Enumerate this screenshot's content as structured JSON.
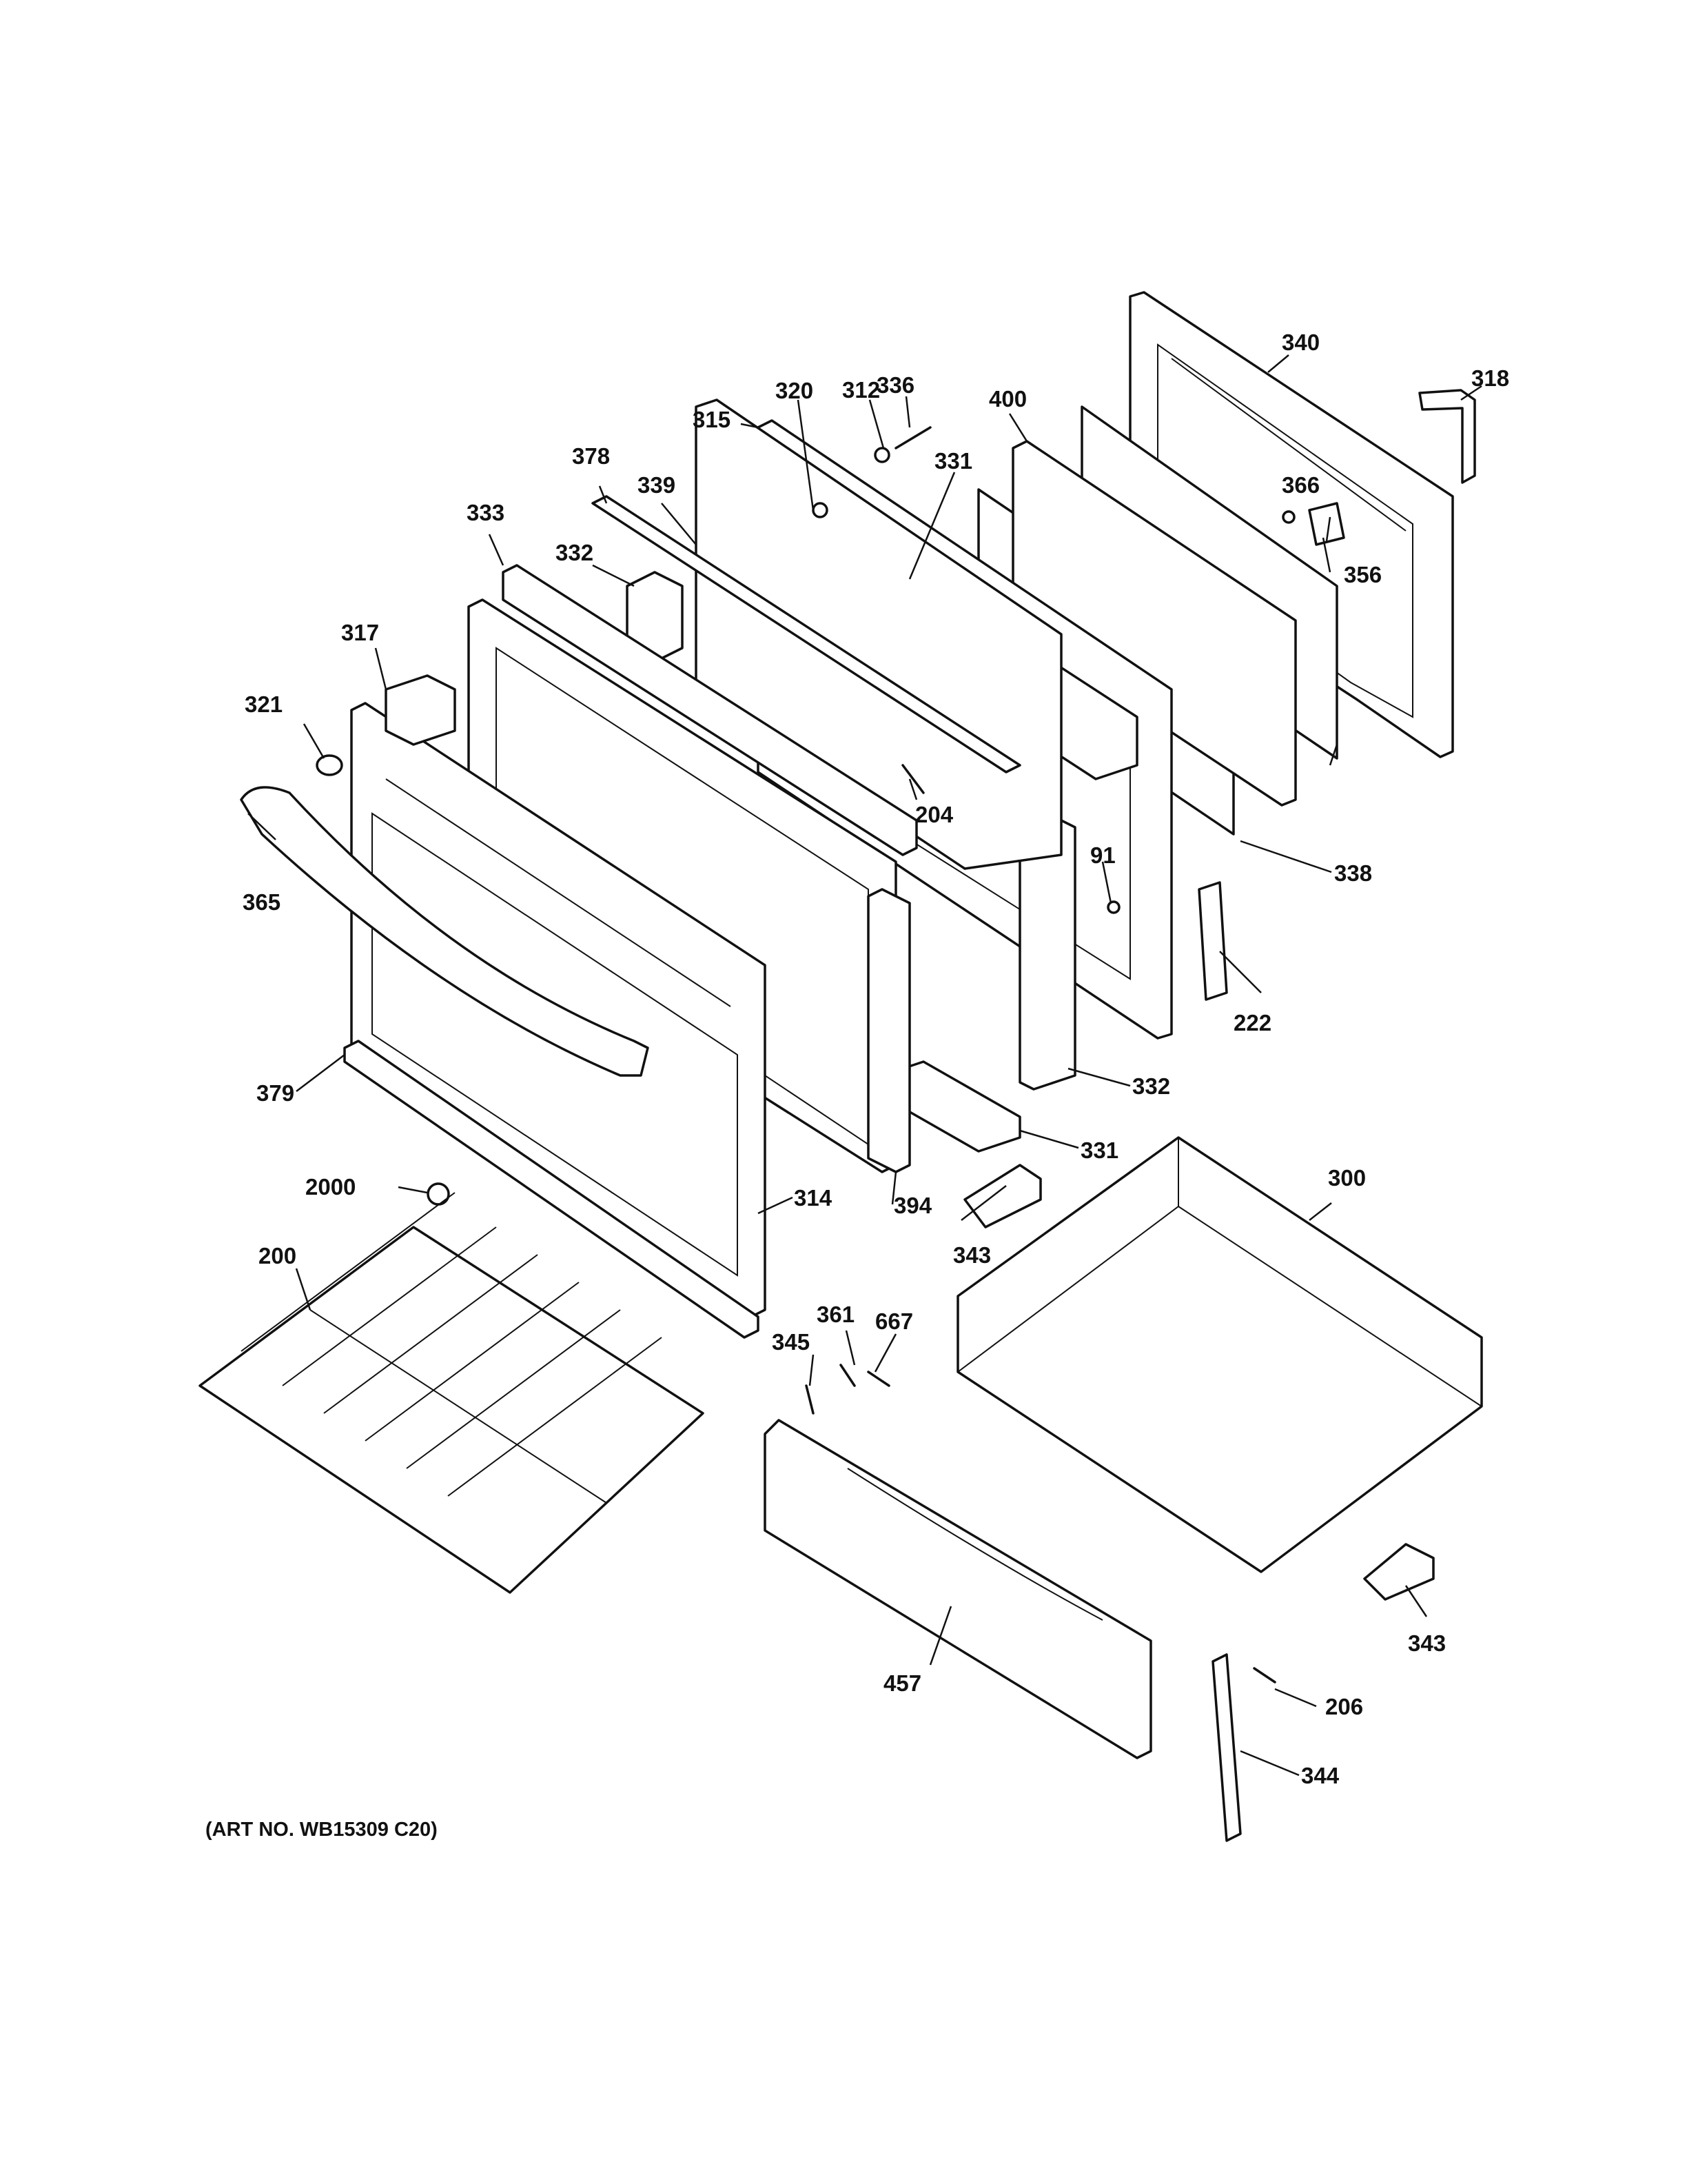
{
  "caption": "(ART NO. WB15309 C20)",
  "callouts": {
    "c200": "200",
    "c204": "204",
    "c206": "206",
    "c222": "222",
    "c300": "300",
    "c312": "312",
    "c314": "314",
    "c315": "315",
    "c317": "317",
    "c318": "318",
    "c320": "320",
    "c321": "321",
    "c331a": "331",
    "c331b": "331",
    "c332a": "332",
    "c332b": "332",
    "c333": "333",
    "c336": "336",
    "c338": "338",
    "c339": "339",
    "c340": "340",
    "c343a": "343",
    "c343b": "343",
    "c344": "344",
    "c345": "345",
    "c356": "356",
    "c361": "361",
    "c365": "365",
    "c366": "366",
    "c378": "378",
    "c379": "379",
    "c394": "394",
    "c400": "400",
    "c457": "457",
    "c667": "667",
    "c91": "91",
    "c2000": "2000"
  }
}
